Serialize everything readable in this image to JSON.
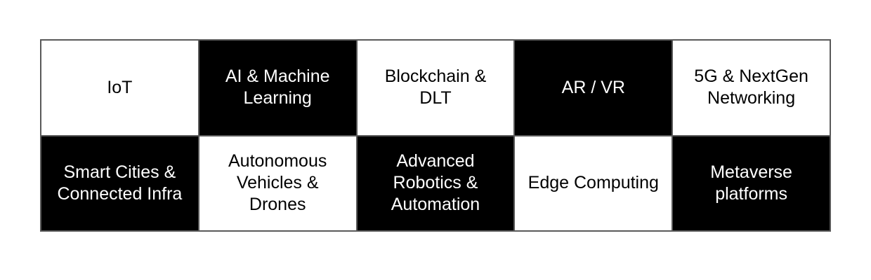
{
  "page": {
    "background": "#ffffff"
  },
  "grid": {
    "colors": {
      "border": "#595959",
      "cell_white": "#ffffff",
      "cell_black": "#000000",
      "text_on_white": "#000000",
      "text_on_black": "#ffffff"
    },
    "columns": 5,
    "rows": 2,
    "cells": [
      {
        "id": "iot",
        "label": "IoT",
        "variant": "white"
      },
      {
        "id": "ai-machine-learning",
        "label": "AI & Machine\nLearning",
        "variant": "black"
      },
      {
        "id": "blockchain-dlt",
        "label": "Blockchain &\nDLT",
        "variant": "white"
      },
      {
        "id": "ar-vr",
        "label": "AR / VR",
        "variant": "black"
      },
      {
        "id": "5g-nextgen-networking",
        "label": "5G & NextGen\nNetworking",
        "variant": "white"
      },
      {
        "id": "smart-cities-connected-infra",
        "label": "Smart Cities &\nConnected Infra",
        "variant": "black"
      },
      {
        "id": "autonomous-vehicles-drones",
        "label": "Autonomous\nVehicles &\nDrones",
        "variant": "white"
      },
      {
        "id": "advanced-robotics-automation",
        "label": "Advanced\nRobotics &\nAutomation",
        "variant": "black"
      },
      {
        "id": "edge-computing",
        "label": "Edge Computing",
        "variant": "white"
      },
      {
        "id": "metaverse-platforms",
        "label": "Metaverse\nplatforms",
        "variant": "black"
      }
    ]
  }
}
